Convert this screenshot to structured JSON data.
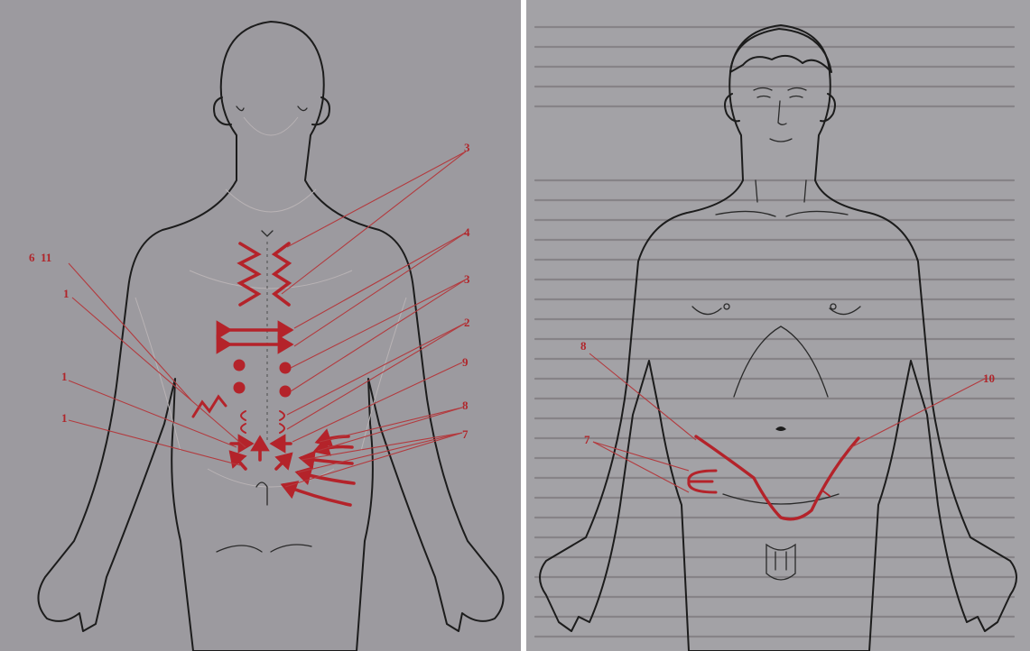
{
  "left_figure": {
    "label_3_upper": "3",
    "label_6_11": "6  11",
    "label_4": "4",
    "label_3": "3",
    "label_1_a": "1",
    "label_2": "2",
    "label_9": "9",
    "label_1_b": "1",
    "label_8": "8",
    "label_1_c": "1",
    "label_7": "7"
  },
  "right_figure": {
    "label_8": "8",
    "label_10": "10",
    "label_7": "7"
  },
  "colors": {
    "marking": "#b4232a",
    "page_left": "#9c9a9f",
    "page_right": "#a3a2a6",
    "body": "#e9e7ea"
  }
}
